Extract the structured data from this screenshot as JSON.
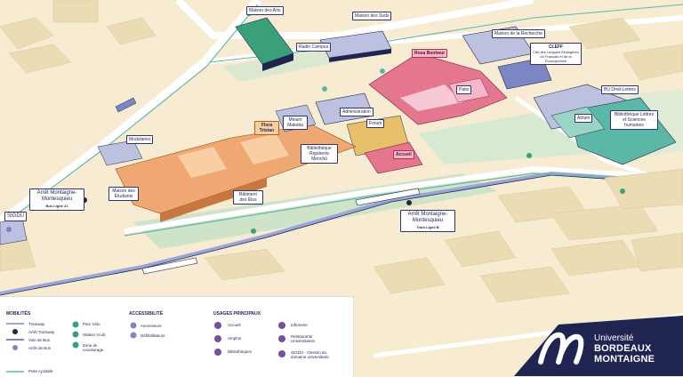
{
  "labels": {
    "maison_arts": "Maison des Arts",
    "maison_suds": "Maison des Suds",
    "radio_campus": "Radio Campus",
    "maison_recherche": "Maison de la Recherche",
    "cleff": "CLEFF",
    "cleff_sub": "Cité des Langues Étrangères du Français et de la Francophonie",
    "rosa_bonheur": "Rosa Bonheur",
    "patio": "Patio",
    "bu_droit": "BU Droit-Lettres",
    "atrium": "Atrium",
    "bib_lettres": "Bibliothèque Lettres et Sciences humaines",
    "administration": "Administration",
    "forum": "Forum",
    "accueil": "Accueil",
    "minam": "Minam Makeba",
    "flora": "Flora Tristan",
    "bib_rigoberta": "Bibliothèque Rigoberta Menchú",
    "modulaires": "Modulaires",
    "maison_etudiants": "Maison des Étudiants",
    "batiment_elus": "Bâtiment des Élus",
    "arret_bus": "Arrêt Montaigne-Montesquieu",
    "arret_bus_sub": "Bus Ligne 21",
    "arret_tram": "Arrêt Montaigne-Montesquieu",
    "arret_tram_sub": "Tram Ligne B",
    "sigdu": "SIGDU"
  },
  "legend": {
    "mobilites_title": "MOBILITÉS",
    "tramway": "Tramway",
    "arret_tramway": "Arrêt Tramway",
    "voie_bus": "Voie de Bus",
    "arret_bus": "Arrêt de Bus",
    "piste_cyclable": "Piste cyclable",
    "parc_velo": "Parc Vélo",
    "station_vcub": "Station Vcub",
    "zone_covoiturage": "Zone de covoiturage",
    "accessibilite_title": "ACCESSIBILITÉ",
    "ascenseurs": "Ascenseurs",
    "defibrillateurs": "Défibrillateurs",
    "usages_title": "USAGES PRINCIPAUX",
    "accueil": "Accueil",
    "amphis": "Amphis",
    "bibliotheques": "Bibliothèques",
    "infirmerie": "Infirmerie",
    "restaurants": "Restaurants Universitaires",
    "sigdu": "SIGDU - Gestion du domaine universitaire"
  },
  "logo": {
    "line1": "Université",
    "line2": "BORDEAUX",
    "line3": "MONTAIGNE"
  },
  "colors": {
    "ground": "#f7ecd2",
    "grass": "#cfe3c9",
    "teal": "#5cb8a6",
    "navy": "#1f2450",
    "pink": "#e5768f",
    "orange": "#f0a872",
    "green_building": "#3aa078",
    "lavender": "#bcc1e0"
  }
}
